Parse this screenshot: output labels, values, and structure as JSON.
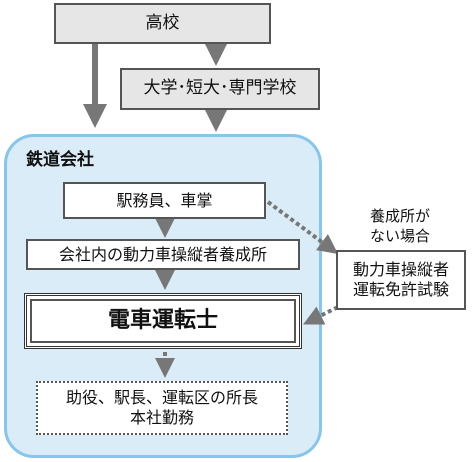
{
  "nodes": {
    "high_school": "高校",
    "university": "大学･短大･専門学校",
    "company": "鉄道会社",
    "station_staff": "駅務員、車掌",
    "training_school": "会社内の動力車操縦者養成所",
    "train_driver": "電車運転士",
    "future_line1": "助役、駅長、運転区の所長",
    "future_line2": "本社勤務",
    "exam_line1": "動力車操縦者",
    "exam_line2": "運転免許試験"
  },
  "annotations": {
    "no_school_line1": "養成所が",
    "no_school_line2": "ない場合"
  },
  "colors": {
    "arrow_gray": "#777777",
    "company_fill": "#d9ecf8",
    "company_border": "#86c6ec",
    "box_gray": "#e6e6e6"
  }
}
